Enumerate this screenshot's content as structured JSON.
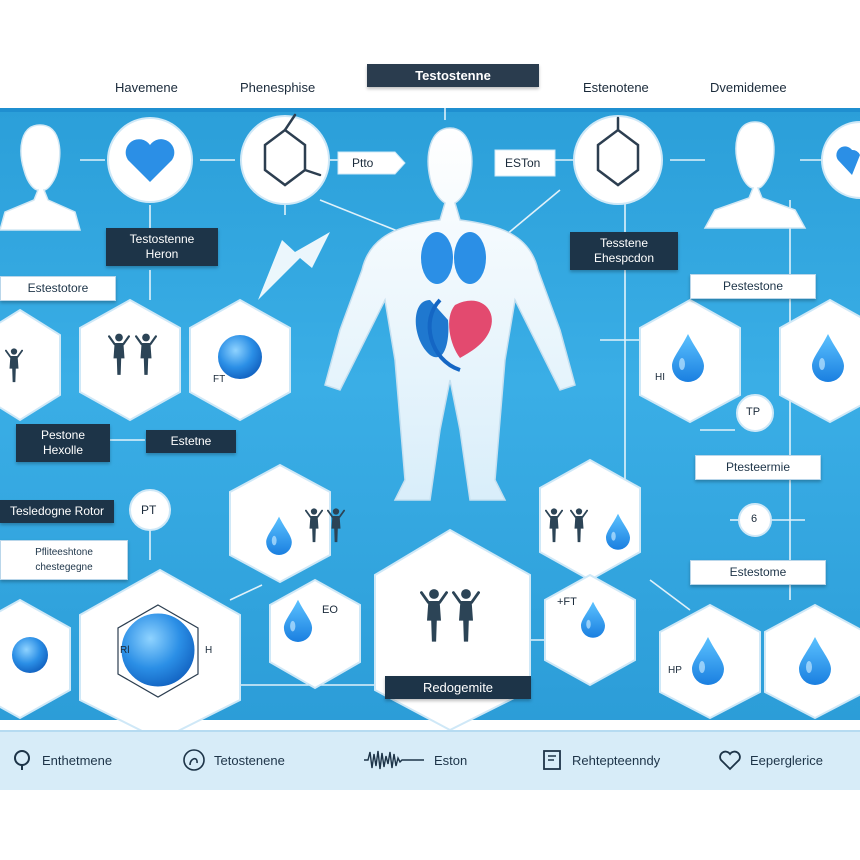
{
  "top_labels": {
    "l1": "Havemene",
    "l2": "Phenesphise",
    "title": "Testostenne",
    "l3": "Estenotene",
    "l4": "Dvemidemee"
  },
  "tags": {
    "t1": "Testostenne Heron",
    "t2": "Estestotore",
    "t3": "Pestone Hexolle",
    "t4": "Estetne",
    "t5": "Tesledogne Rotor",
    "t6": "Pfliteeshtone chestegegne",
    "t7": "Tesstene Ehespcdon",
    "t8": "Pestestone",
    "t9": "Ptesteermie",
    "t10": "Estestome",
    "center_bottom": "Redogemite",
    "arrow_left": "Ptto",
    "arrow_right": "ESTon"
  },
  "small": {
    "pt": "PT",
    "tp": "TP",
    "six": "6",
    "ft": "FT",
    "hft": "+FT",
    "h": "H",
    "hi": "HI",
    "hp": "HP",
    "eo": "EO",
    "rl": "Rl"
  },
  "footer": {
    "f1": "Enthetmene",
    "f2": "Tetostenene",
    "f3": "Eston",
    "f4": "Rehtepteenndy",
    "f5": "Eeperglerice"
  },
  "colors": {
    "band": "#2b9fd9",
    "dark_tag": "#1d3448",
    "accent_blue": "#2b8fe6",
    "heart": "#e34a6f"
  }
}
